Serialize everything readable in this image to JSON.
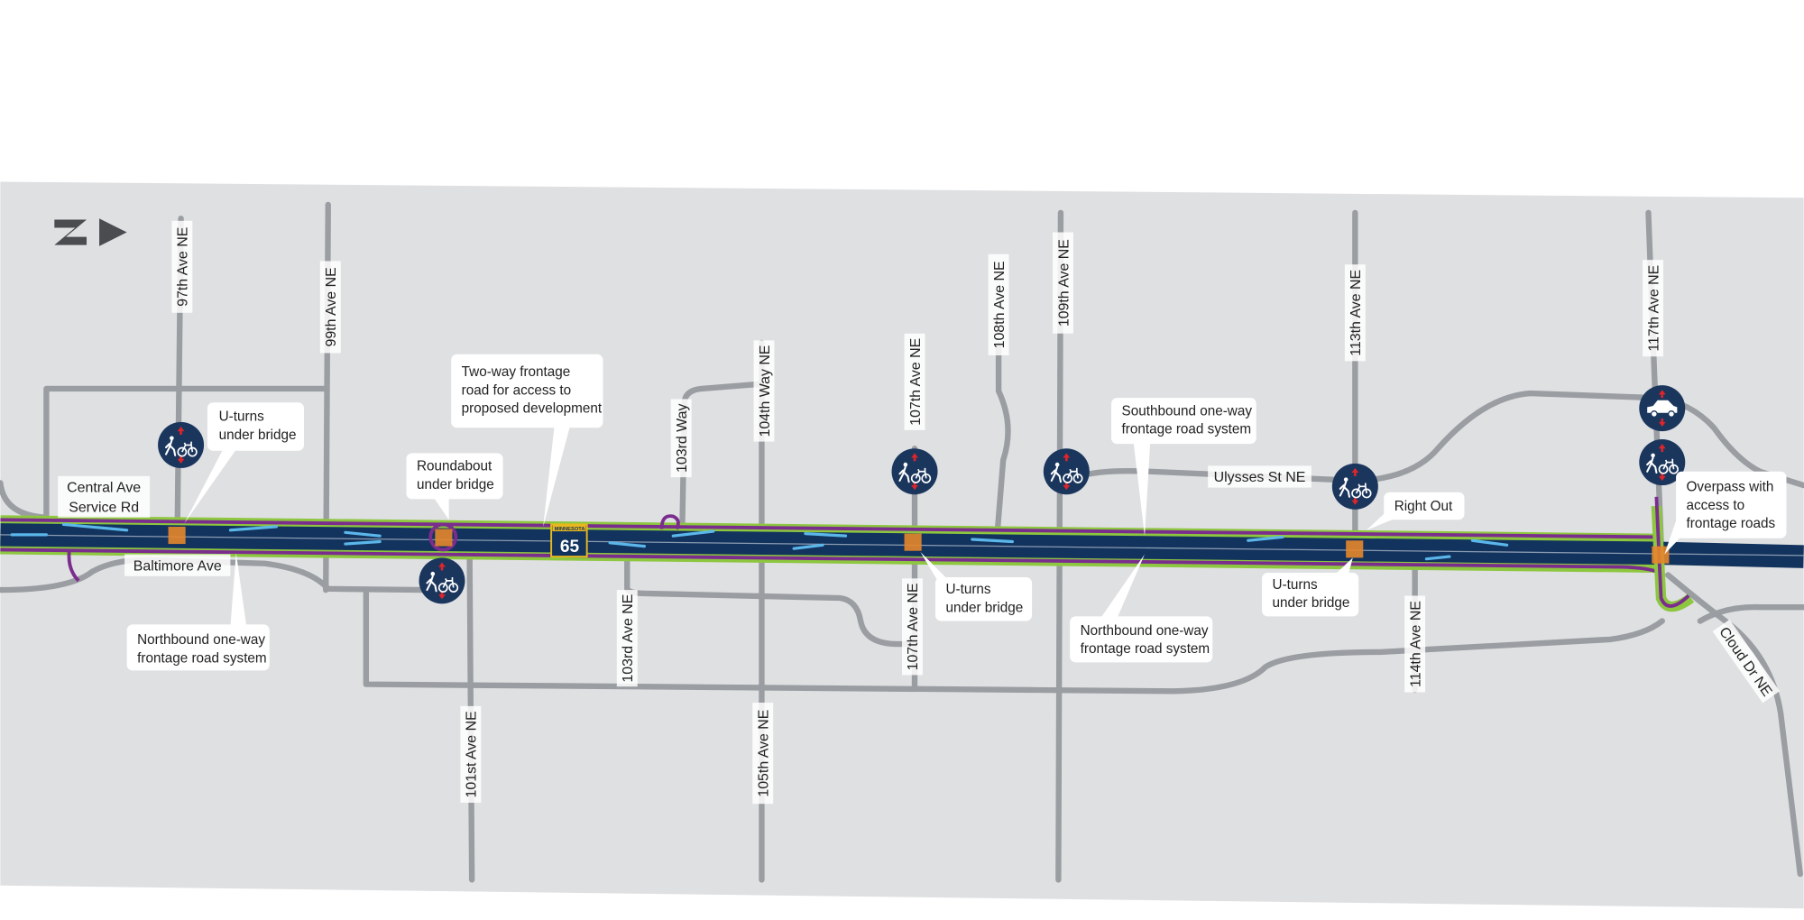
{
  "map": {
    "colors": {
      "land": "#dfe0e2",
      "road": "#9a9da1",
      "highway": "#12335e",
      "frontage_edge": "#8dc63f",
      "frontage_road": "#7b2d8e",
      "bridge": "#e5862b",
      "icon_circle": "#1b365d",
      "flow_arrow": "#5bb7ea"
    },
    "north_arrow": {
      "icon": "north-arrow-icon",
      "letter": "N"
    },
    "highway_shield": {
      "state": "MINNESOTA",
      "route": "65"
    },
    "street_labels": {
      "s97": "97th Ave NE",
      "s99": "99th Ave NE",
      "s101": "101st Ave NE",
      "s103way": "103rd Way",
      "s104": "104th Way NE",
      "s103ave": "103rd Ave NE",
      "s105": "105th Ave NE",
      "s107a": "107th Ave NE",
      "s107b": "107th Ave NE",
      "s108": "108th Ave NE",
      "s109": "109th Ave NE",
      "s113": "113th Ave NE",
      "s114": "114th Ave NE",
      "s117": "117th Ave NE",
      "cloud": "Cloud Dr NE",
      "central1": "Central Ave",
      "central2": "Service Rd",
      "baltimore": "Baltimore Ave",
      "ulysses": "Ulysses St NE"
    },
    "callouts": {
      "uturn97": [
        "U-turns",
        "under bridge"
      ],
      "roundabout": [
        "Roundabout",
        "under bridge"
      ],
      "twoway": [
        "Two-way frontage",
        "road for access to",
        "proposed development"
      ],
      "southbound": [
        "Southbound one-way",
        "frontage road system"
      ],
      "rightout": [
        "Right Out"
      ],
      "overpass": [
        "Overpass with",
        "access to",
        "frontage roads"
      ],
      "uturn107": [
        "U-turns",
        "under bridge"
      ],
      "northbound_left": [
        "Northbound one-way",
        "frontage road system"
      ],
      "northbound_right": [
        "Northbound one-way",
        "frontage road system"
      ],
      "uturn113": [
        "U-turns",
        "under bridge"
      ]
    },
    "crossing_icons": [
      {
        "type": "pedestrian-bike",
        "at": "97th Ave NE"
      },
      {
        "type": "pedestrian-bike",
        "at": "101st Ave NE"
      },
      {
        "type": "pedestrian-bike",
        "at": "107th Ave NE"
      },
      {
        "type": "pedestrian-bike",
        "at": "109th Ave NE"
      },
      {
        "type": "pedestrian-bike",
        "at": "113th Ave NE"
      },
      {
        "type": "car",
        "at": "117th Ave NE"
      },
      {
        "type": "pedestrian-bike",
        "at": "117th Ave NE"
      }
    ]
  }
}
